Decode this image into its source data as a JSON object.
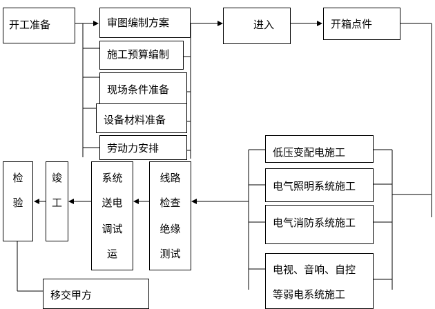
{
  "nodes": {
    "start": "开工准备",
    "review_plan": "审图编制方案",
    "budget": "施工预算编制",
    "site_prep": "现场条件准备",
    "materials": "设备材料准备",
    "labor": "劳动力安排",
    "enter": "进入",
    "unpack": "开箱点件",
    "low_voltage": "低压变配电施工",
    "lighting": "电气照明系统施工",
    "fire": "电气消防系统施工",
    "weak_line1": "电视、音响、自控",
    "weak_line2": "等弱电系统施工",
    "line_test": [
      "线路",
      "检查",
      "绝缘",
      "测试"
    ],
    "sys_test": [
      "系统",
      "送电",
      "调试",
      "运"
    ],
    "complete": [
      "竣",
      "工"
    ],
    "inspect": [
      "检",
      "验"
    ],
    "handover": "移交甲方"
  }
}
